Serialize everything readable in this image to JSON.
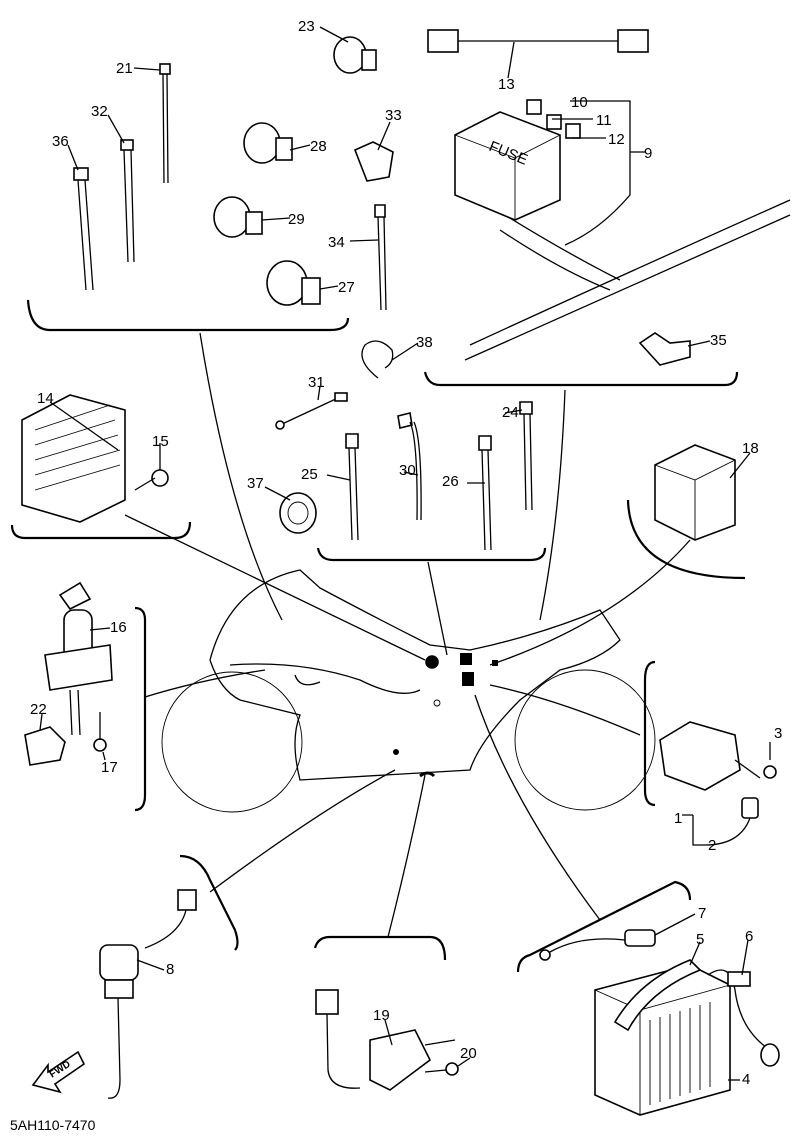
{
  "diagram": {
    "part_code": "5AH110-7470",
    "fwd_label": "FWD",
    "fuse_label": "FUSE",
    "callouts": {
      "c1": "1",
      "c2": "2",
      "c3": "3",
      "c4": "4",
      "c5": "5",
      "c6": "6",
      "c7": "7",
      "c8": "8",
      "c9": "9",
      "c10": "10",
      "c11": "11",
      "c12": "12",
      "c13": "13",
      "c14": "14",
      "c15": "15",
      "c16": "16",
      "c17": "17",
      "c18": "18",
      "c19": "19",
      "c20": "20",
      "c21": "21",
      "c22": "22",
      "c23": "23",
      "c24": "24",
      "c25": "25",
      "c26": "26",
      "c27": "27",
      "c28": "28",
      "c29": "29",
      "c30": "30",
      "c31": "31",
      "c32": "32",
      "c33": "33",
      "c34": "34",
      "c35": "35",
      "c36": "36",
      "c37": "37",
      "c38": "38"
    }
  }
}
